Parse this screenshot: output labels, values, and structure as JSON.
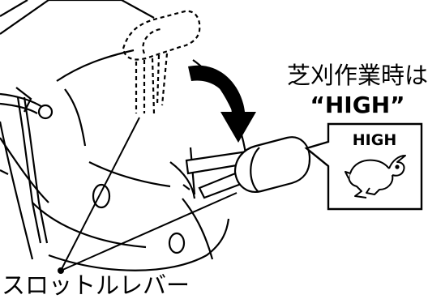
{
  "callout": {
    "line1": "芝刈作業時は",
    "line2": "“HIGH”"
  },
  "badge": {
    "label": "HIGH",
    "icon": "rabbit-icon"
  },
  "lever_label": "スロットルレバー",
  "colors": {
    "ink": "#000000",
    "paper": "#ffffff"
  }
}
